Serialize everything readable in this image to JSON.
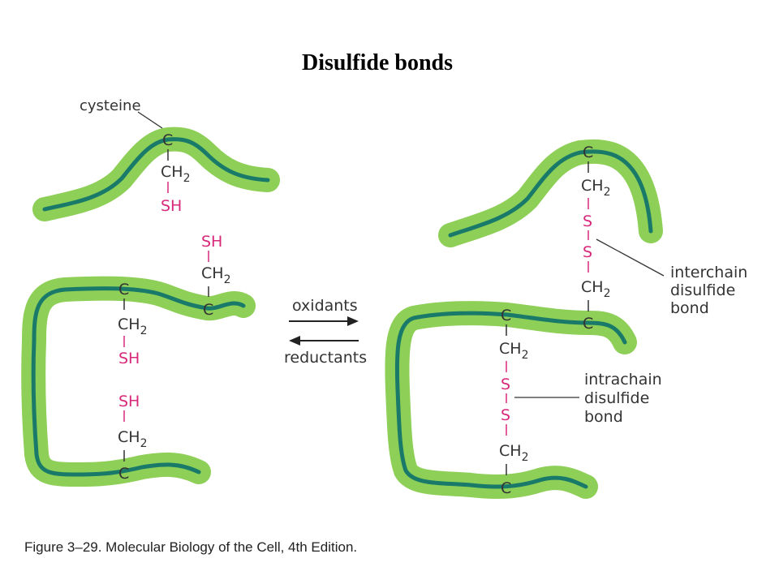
{
  "title": "Disulfide bonds",
  "caption": "Figure 3–29. Molecular Biology of the Cell, 4th Edition.",
  "labels": {
    "cysteine": "cysteine",
    "oxidants": "oxidants",
    "reductants": "reductants",
    "interchain_line1": "interchain",
    "interchain_line2": "disulfide",
    "interchain_line3": "bond",
    "intrachain_line1": "intrachain",
    "intrachain_line2": "disulfide",
    "intrachain_line3": "bond"
  },
  "atoms": {
    "c": "C",
    "ch": "CH",
    "sub2": "2",
    "sh": "SH",
    "s": "S"
  },
  "colors": {
    "chain_outer": "#8dcf57",
    "chain_inner": "#1a7a6a",
    "sulfur": "#d8287a",
    "text": "#333333"
  }
}
